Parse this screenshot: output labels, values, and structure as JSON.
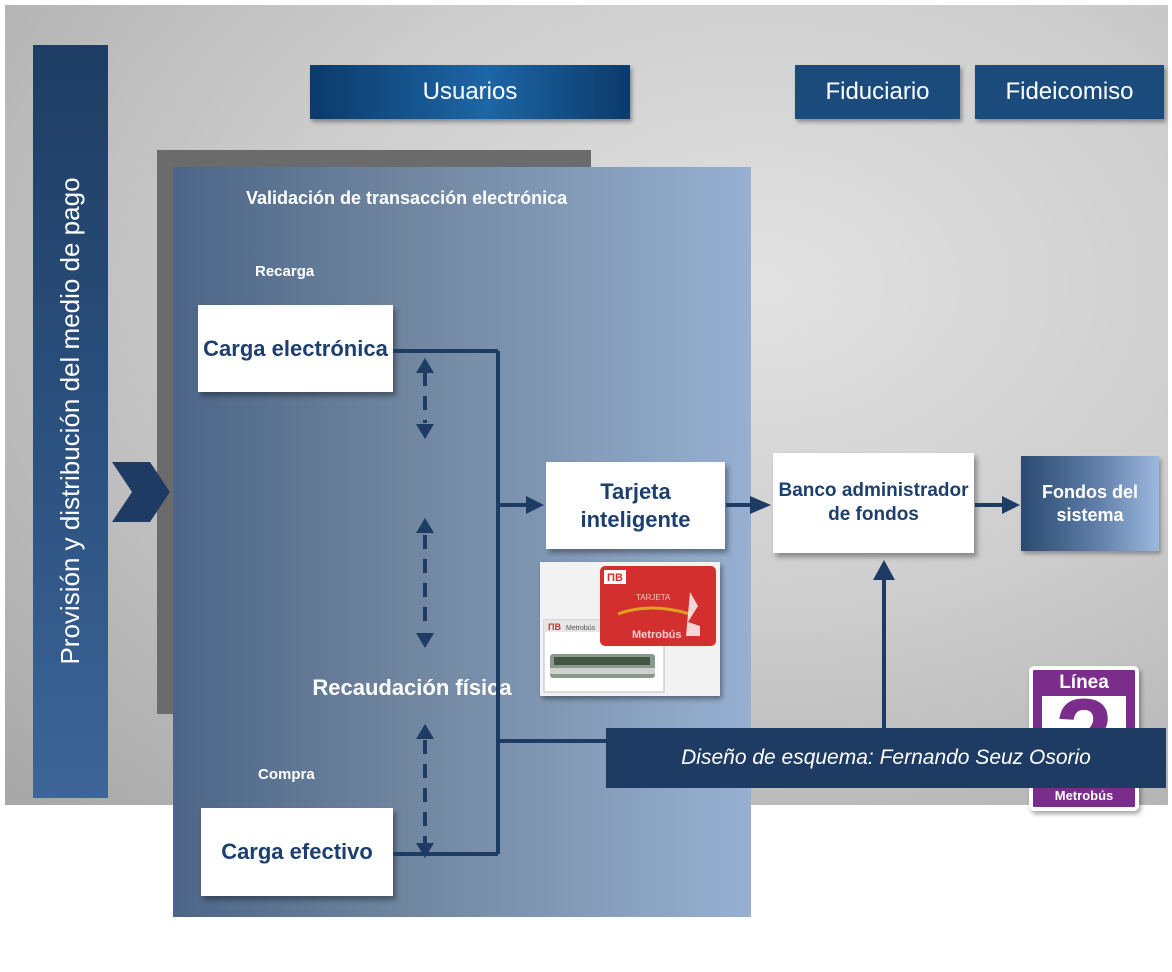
{
  "header": {
    "usuarios": "Usuarios",
    "fiduciario": "Fiduciario",
    "fideicomiso": "Fideicomiso"
  },
  "side_label": "Provisión y distribución del medio de pago",
  "panel": {
    "title": "Validación de transacción electrónica",
    "recarga": "Recarga",
    "compra": "Compra",
    "recaudacion": "Recaudación física"
  },
  "nodes": {
    "carga_electronica": "Carga electrónica",
    "carga_efectivo": "Carga efectivo",
    "tarjeta": "Tarjeta inteligente",
    "banco": "Banco administrador de fondos",
    "fondos": "Fondos del sistema"
  },
  "card_image": {
    "brand": "Metrobús",
    "sub": "TARJETA"
  },
  "logo": {
    "top": "Línea",
    "number": "2",
    "bottom": "Metrobús"
  },
  "credit": "Diseño de esquema: Fernando Seuz Osorio",
  "colors": {
    "navy": "#1c3f6e",
    "arrow": "#1e3b64",
    "purple": "#7b2d8b",
    "card_red": "#d32f2f"
  }
}
